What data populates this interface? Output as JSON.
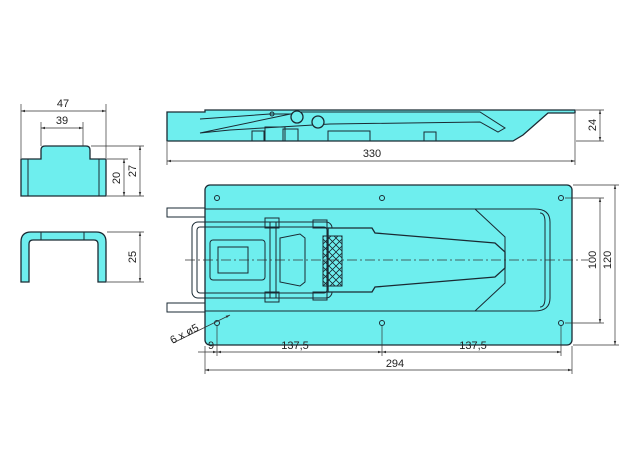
{
  "drawing": {
    "fill_color": "#6eeeee",
    "end_view": {
      "width_overall": "47",
      "width_tab": "39",
      "height_body": "20",
      "height_total": "27"
    },
    "bracket_view": {
      "height": "25"
    },
    "side_view": {
      "length": "330",
      "height": "24"
    },
    "plan_view": {
      "hole_spec": "6 x ø5",
      "edge_offset": "9",
      "hole_spacing_1": "137,5",
      "hole_spacing_2": "137,5",
      "plate_length": "294",
      "hole_row_spacing": "100",
      "plate_width": "120"
    }
  }
}
